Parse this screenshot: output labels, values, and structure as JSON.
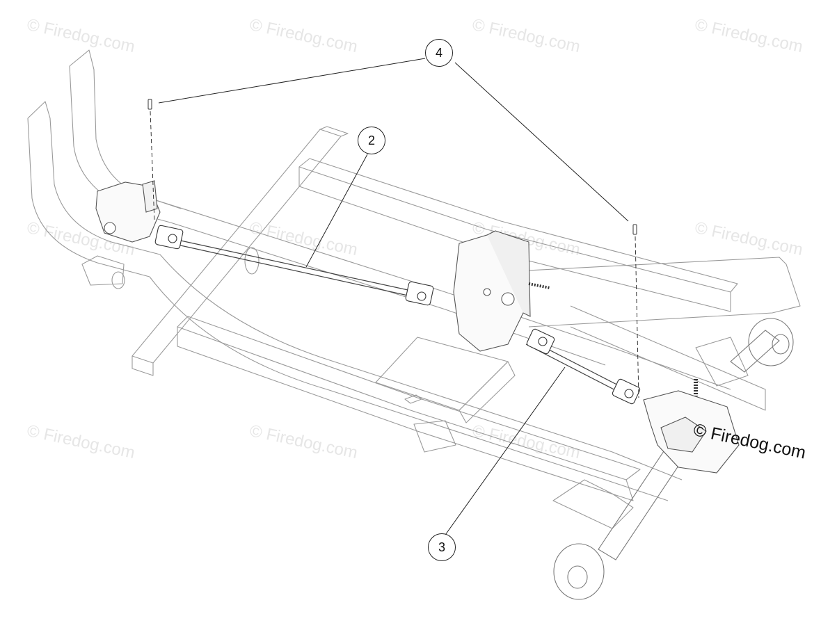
{
  "callouts": {
    "c2": "2",
    "c3": "3",
    "c4": "4"
  },
  "watermark": {
    "text": "© Firedog.com",
    "primary": "© Firedog.com"
  },
  "colors": {
    "line": "#9a9a9a",
    "dark_line": "#444444",
    "leader": "#222222",
    "watermark": "#e6e6e6"
  }
}
